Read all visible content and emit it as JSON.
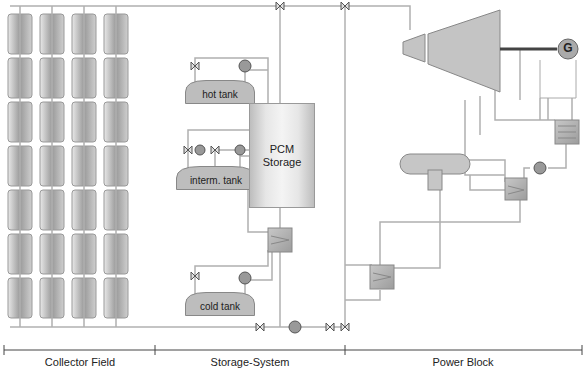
{
  "diagram": {
    "nodes": [
      {
        "text": [
          "hot tank"
        ]
      },
      {
        "text": [
          "interm. tank"
        ]
      },
      {
        "text": [
          "PCM Storage"
        ]
      },
      {
        "text": [
          "cold tank"
        ]
      },
      {
        "text": [
          "G"
        ]
      }
    ],
    "labels": [
      "Collector Field",
      "Storage-System",
      "Power Block"
    ]
  }
}
